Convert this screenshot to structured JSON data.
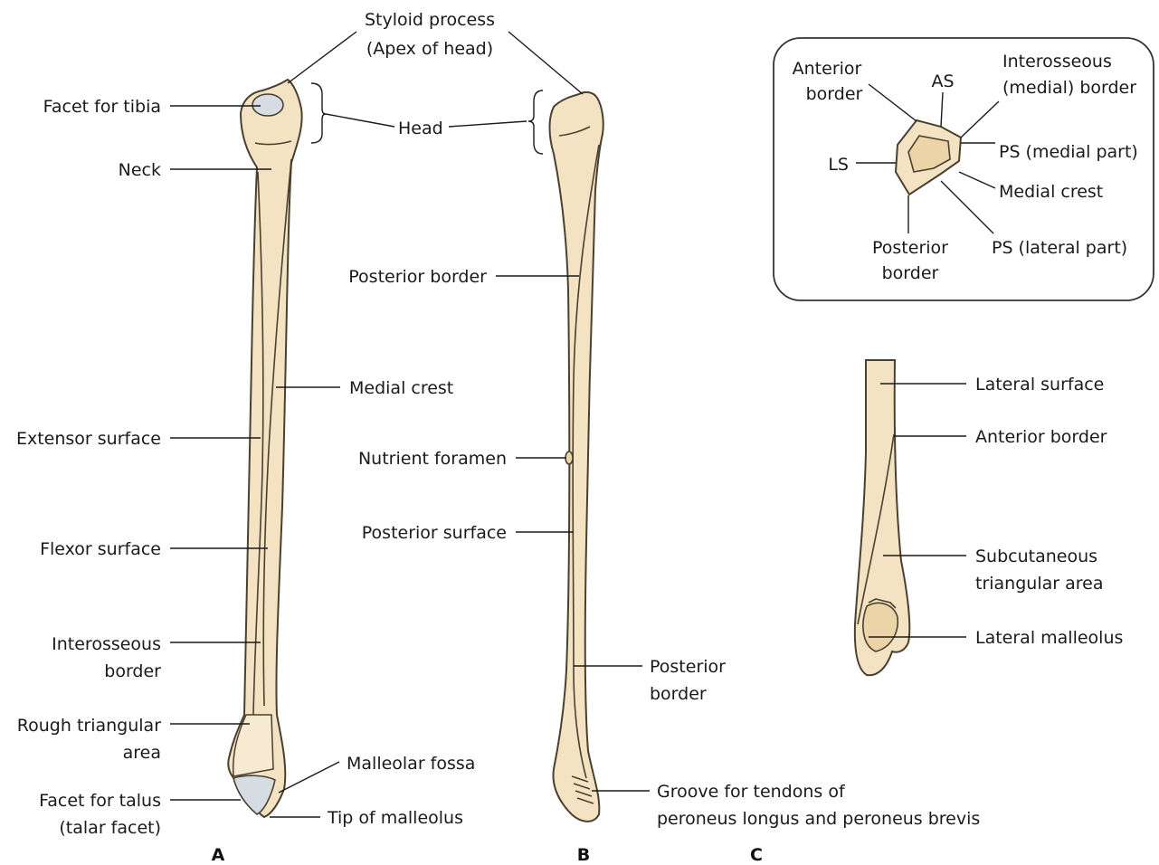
{
  "figure": {
    "panel_labels": {
      "a": "A",
      "b": "B",
      "c": "C"
    },
    "view_a": {
      "styloid_line1": "Styloid process",
      "styloid_line2": "(Apex of head)",
      "facet_tibia": "Facet for tibia",
      "head": "Head",
      "neck": "Neck",
      "medial_crest": "Medial crest",
      "extensor_surface": "Extensor surface",
      "flexor_surface": "Flexor surface",
      "interosseous_line1": "Interosseous",
      "interosseous_line2": "border",
      "rough_line1": "Rough triangular",
      "rough_line2": "area",
      "malleolar_fossa": "Malleolar fossa",
      "facet_talus_line1": "Facet for talus",
      "facet_talus_line2": "(talar facet)",
      "tip_malleolus": "Tip of malleolus"
    },
    "view_b": {
      "posterior_border_top": "Posterior border",
      "nutrient_foramen": "Nutrient foramen",
      "posterior_surface": "Posterior surface",
      "posterior_border_line1": "Posterior",
      "posterior_border_line2": "border",
      "groove_line1": "Groove for tendons of",
      "groove_line2": "peroneus longus and peroneus brevis"
    },
    "inset": {
      "anterior_border_line1": "Anterior",
      "anterior_border_line2": "border",
      "as": "AS",
      "interosseous_line1": "Interosseous",
      "interosseous_line2": "(medial) border",
      "ps_medial": "PS (medial part)",
      "ls": "LS",
      "medial_crest": "Medial crest",
      "posterior_border_line1": "Posterior",
      "posterior_border_line2": "border",
      "ps_lateral": "PS (lateral part)"
    },
    "view_c": {
      "lateral_surface": "Lateral surface",
      "anterior_border": "Anterior border",
      "subcutaneous_line1": "Subcutaneous",
      "subcutaneous_line2": "triangular area",
      "lateral_malleolus": "Lateral malleolus"
    }
  }
}
